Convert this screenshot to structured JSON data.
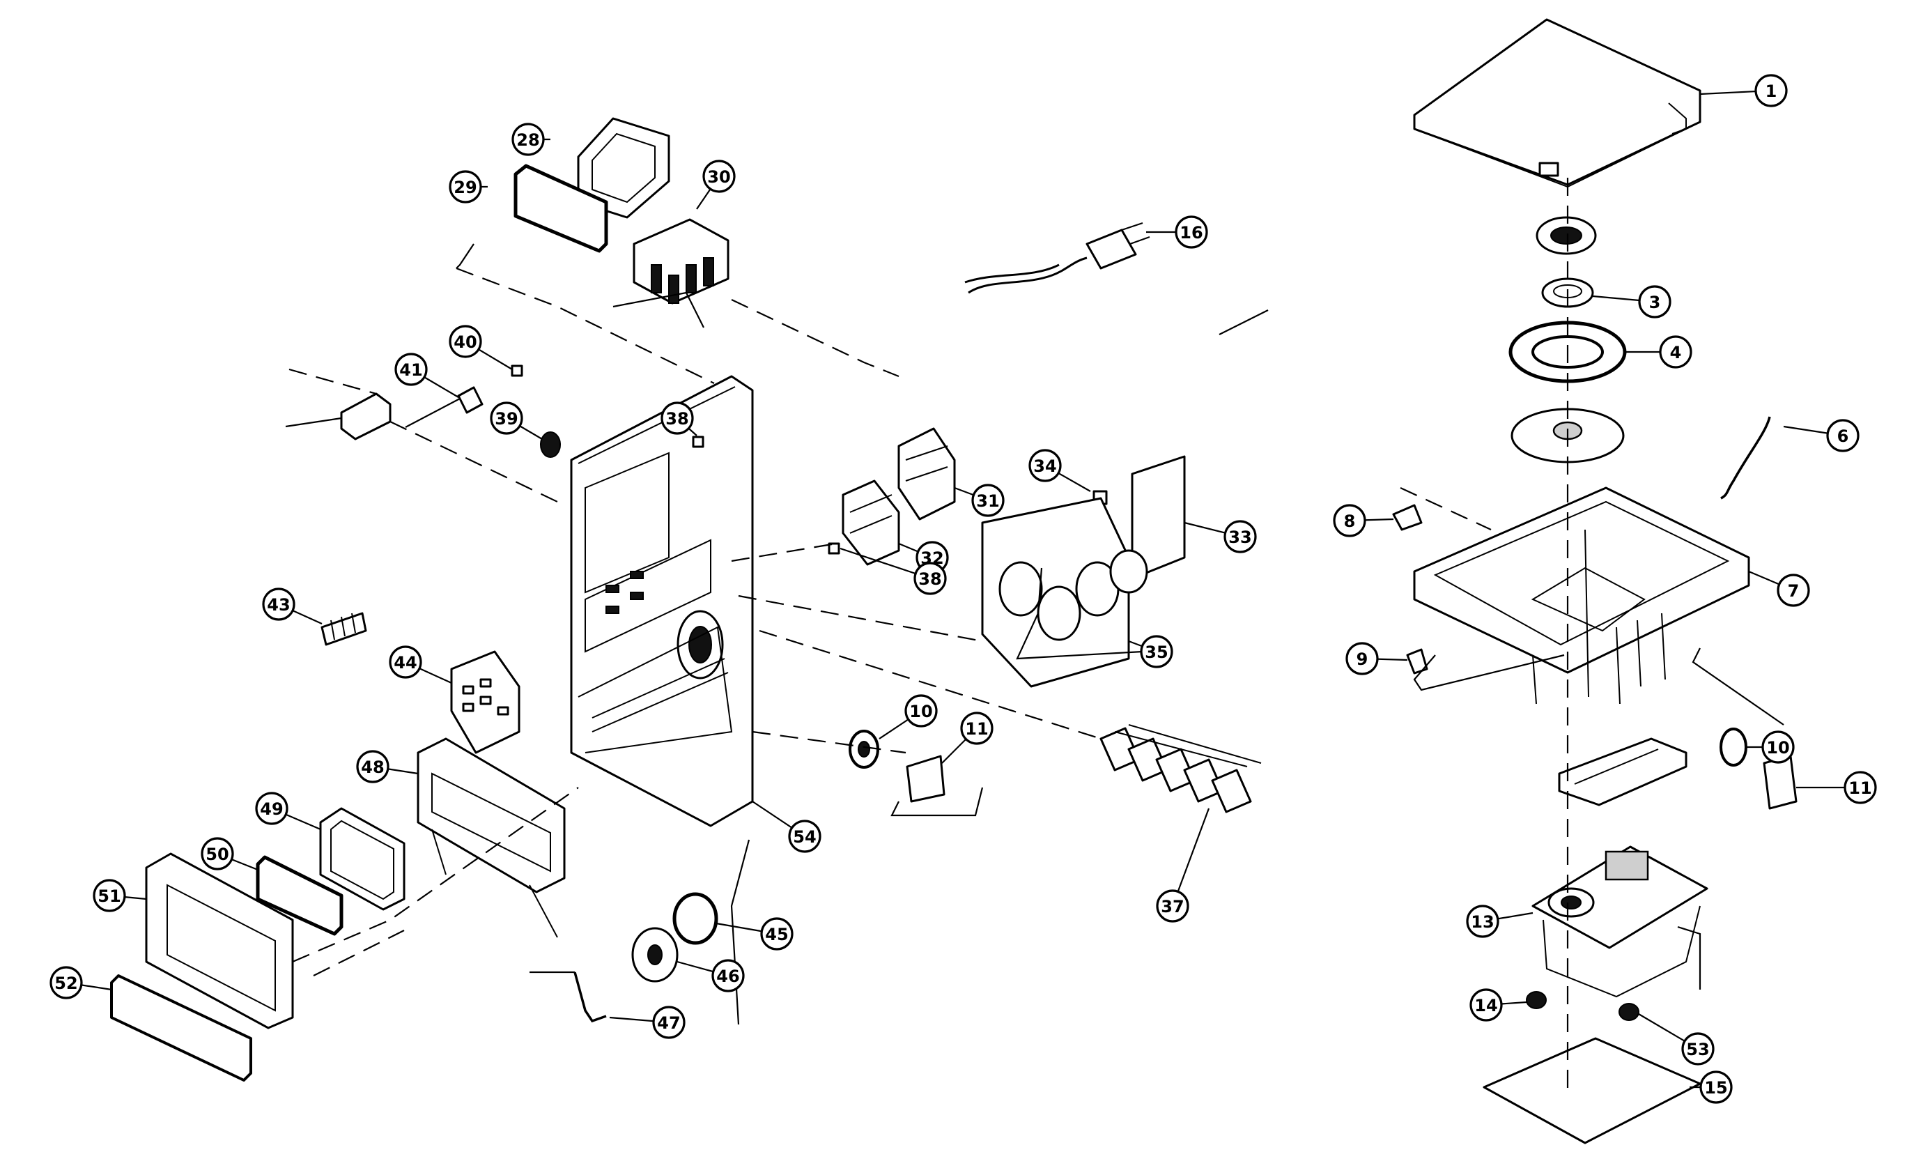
{
  "diagram": {
    "callouts": [
      {
        "id": "1",
        "label": "1"
      },
      {
        "id": "3",
        "label": "3"
      },
      {
        "id": "4",
        "label": "4"
      },
      {
        "id": "6",
        "label": "6"
      },
      {
        "id": "7",
        "label": "7"
      },
      {
        "id": "8",
        "label": "8"
      },
      {
        "id": "9",
        "label": "9"
      },
      {
        "id": "10a",
        "label": "10"
      },
      {
        "id": "11a",
        "label": "11"
      },
      {
        "id": "10b",
        "label": "10"
      },
      {
        "id": "11b",
        "label": "11"
      },
      {
        "id": "13",
        "label": "13"
      },
      {
        "id": "14",
        "label": "14"
      },
      {
        "id": "15",
        "label": "15"
      },
      {
        "id": "16",
        "label": "16"
      },
      {
        "id": "28",
        "label": "28"
      },
      {
        "id": "29",
        "label": "29"
      },
      {
        "id": "30",
        "label": "30"
      },
      {
        "id": "31",
        "label": "31"
      },
      {
        "id": "32",
        "label": "32"
      },
      {
        "id": "33",
        "label": "33"
      },
      {
        "id": "34",
        "label": "34"
      },
      {
        "id": "35",
        "label": "35"
      },
      {
        "id": "37",
        "label": "37"
      },
      {
        "id": "38a",
        "label": "38"
      },
      {
        "id": "38b",
        "label": "38"
      },
      {
        "id": "39",
        "label": "39"
      },
      {
        "id": "40",
        "label": "40"
      },
      {
        "id": "41",
        "label": "41"
      },
      {
        "id": "43",
        "label": "43"
      },
      {
        "id": "44",
        "label": "44"
      },
      {
        "id": "45",
        "label": "45"
      },
      {
        "id": "46",
        "label": "46"
      },
      {
        "id": "47",
        "label": "47"
      },
      {
        "id": "48",
        "label": "48"
      },
      {
        "id": "49",
        "label": "49"
      },
      {
        "id": "50",
        "label": "50"
      },
      {
        "id": "51",
        "label": "51"
      },
      {
        "id": "52",
        "label": "52"
      },
      {
        "id": "53",
        "label": "53"
      },
      {
        "id": "54",
        "label": "54"
      }
    ]
  }
}
